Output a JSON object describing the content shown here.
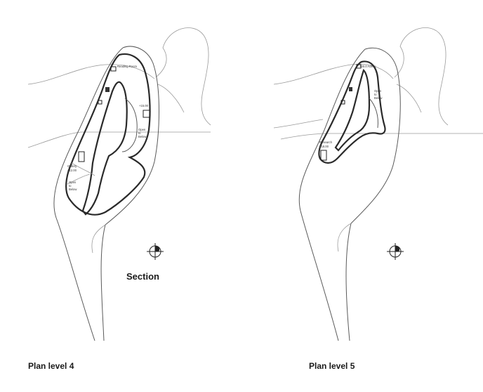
{
  "left_plan": {
    "caption": "Plan level 4",
    "section_label": "Section",
    "room_labels": {
      "reading_room": "Reading Room",
      "level": "+15.00",
      "gallery_1": "Gallery",
      "gallery_2": "+12.00",
      "open_right_1": "Open",
      "open_right_2": "to",
      "open_right_3": "Below",
      "open_left_1": "Open",
      "open_left_2": "to",
      "open_left_3": "Below"
    }
  },
  "right_plan": {
    "caption": "Plan level 5",
    "room_labels": {
      "admin": "+20.0 Admin",
      "research_1": "Research",
      "research_2": "+18.00",
      "open_1": "Open",
      "open_2": "to",
      "open_3": "Below"
    }
  },
  "colors": {
    "line": "#5a5a5a",
    "bold": "#2a2a2a",
    "ground": "#9a9a9a"
  }
}
